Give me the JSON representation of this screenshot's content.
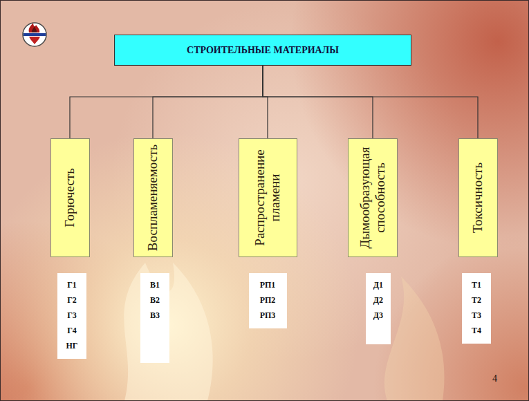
{
  "diagram": {
    "nodes": [
      {
        "text": [
          "СТРОИТЕЛЬНЫЕ МАТЕРИАЛЫ"
        ]
      },
      {
        "text": [
          "Горючесть"
        ]
      },
      {
        "text": [
          "Воспламеняемость"
        ]
      },
      {
        "text": [
          "Распространение пламени"
        ]
      },
      {
        "text": [
          "Дымообразующая способность"
        ]
      },
      {
        "text": [
          "Токсичность"
        ]
      },
      {
        "text": [
          "Г1",
          "Г2",
          "Г3",
          "Г4",
          "НГ"
        ]
      },
      {
        "text": [
          "В1",
          "В2",
          "В3"
        ]
      },
      {
        "text": [
          "РП1",
          "РП2",
          "РП3"
        ]
      },
      {
        "text": [
          "Д1",
          "Д2",
          "Д3"
        ]
      },
      {
        "text": [
          "Т1",
          "Т2",
          "Т3",
          "Т4"
        ]
      }
    ],
    "edges": [
      {
        "from": 0,
        "to": 1,
        "arrow": "none"
      },
      {
        "from": 0,
        "to": 2,
        "arrow": "none"
      },
      {
        "from": 0,
        "to": 3,
        "arrow": "none"
      },
      {
        "from": 0,
        "to": 4,
        "arrow": "none"
      },
      {
        "from": 0,
        "to": 5,
        "arrow": "none"
      }
    ],
    "labels": [
      "4"
    ]
  }
}
